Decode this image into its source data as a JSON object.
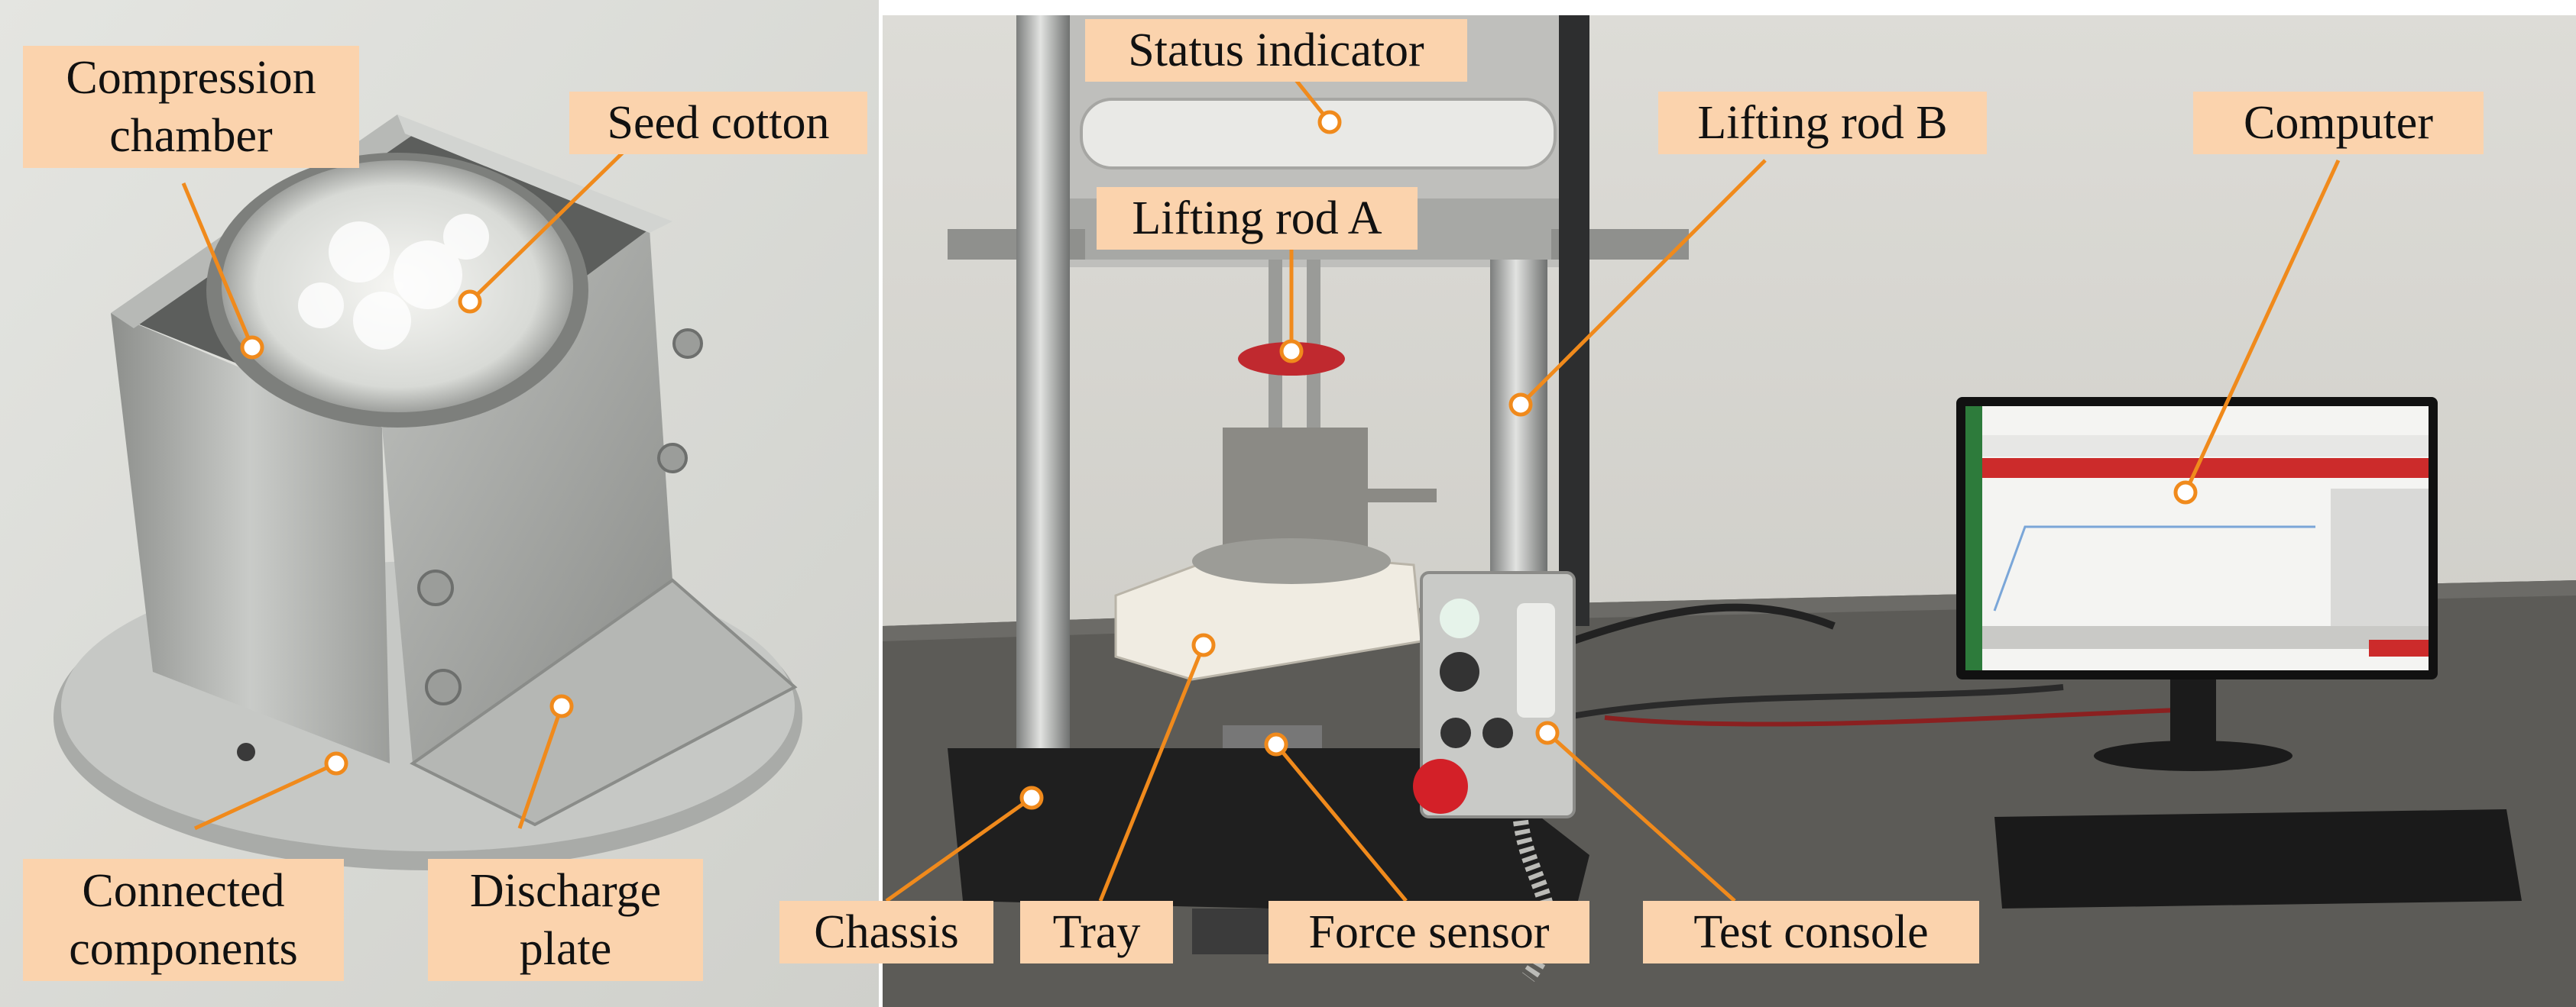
{
  "figure": {
    "left_photo": {
      "labels": {
        "compression_chamber": "Compression\nchamber",
        "seed_cotton": "Seed cotton",
        "connected_components": "Connected\ncomponents",
        "discharge_plate": "Discharge\nplate"
      }
    },
    "right_photo": {
      "labels": {
        "status_indicator": "Status indicator",
        "lifting_rod_a": "Lifting rod A",
        "lifting_rod_b": "Lifting rod B",
        "computer": "Computer",
        "chassis": "Chassis",
        "tray": "Tray",
        "force_sensor": "Force sensor",
        "test_console": "Test console"
      }
    },
    "colors": {
      "label_fill": "#fbd3ad",
      "leader_line": "#f08a1c",
      "left_background": "#d9dad5",
      "right_background": "#d4d3cd",
      "table": "#5c5b57"
    }
  }
}
